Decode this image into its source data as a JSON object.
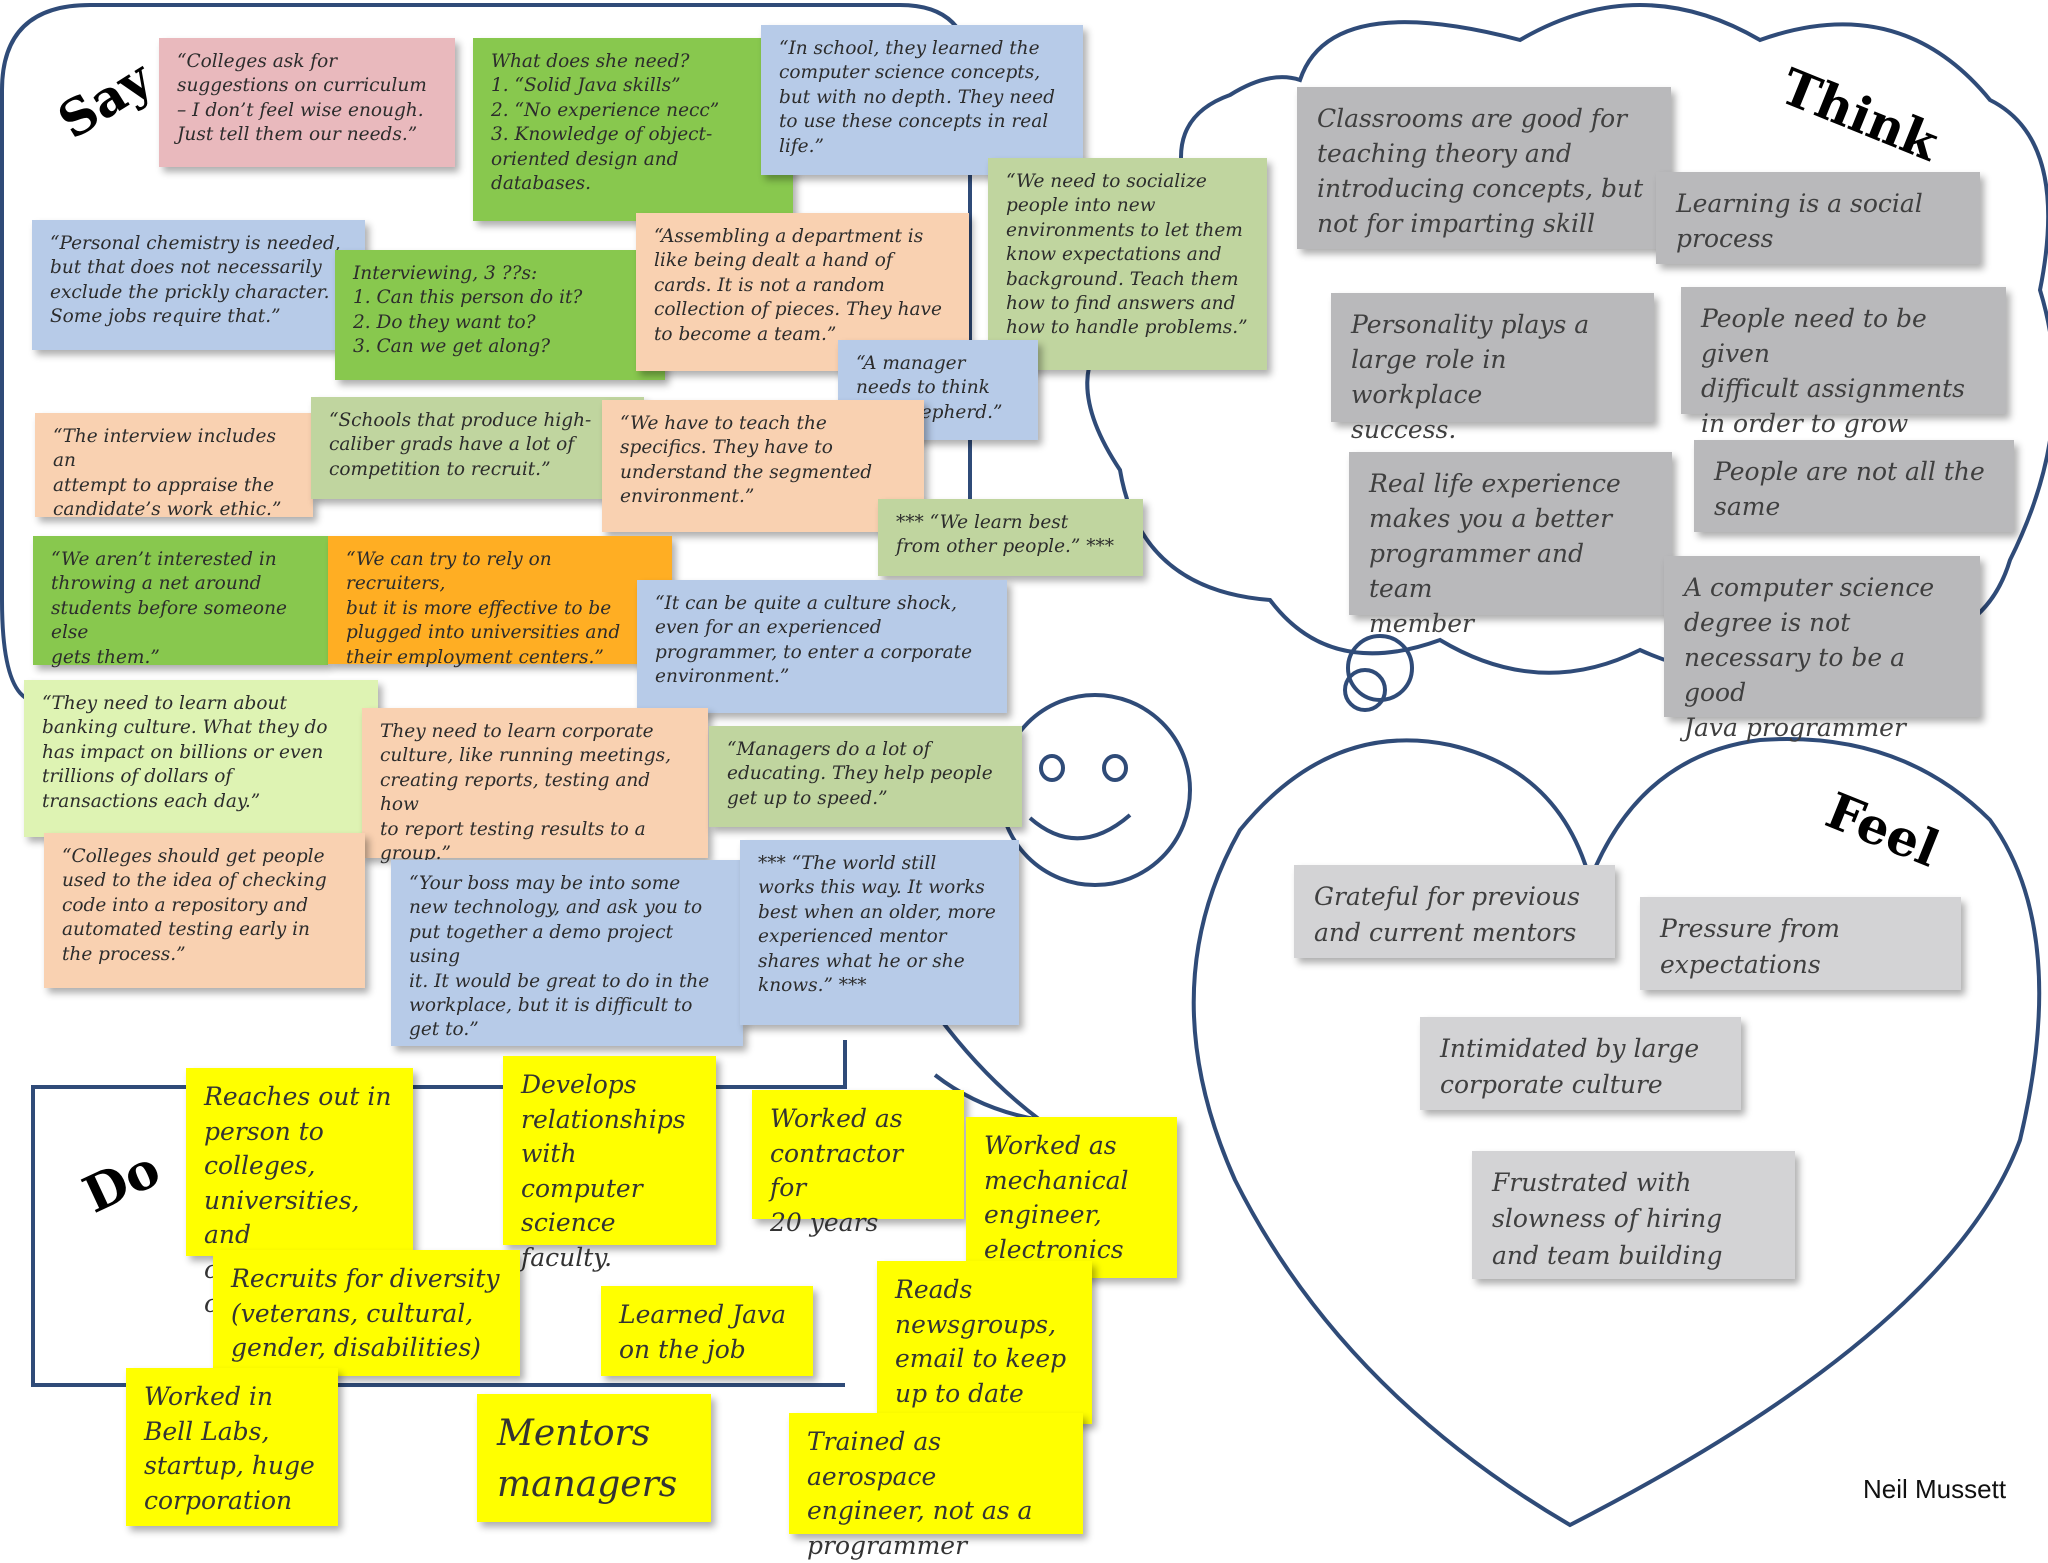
{
  "sections": {
    "say": "Say",
    "think": "Think",
    "feel": "Feel",
    "do": "Do"
  },
  "author": "Neil Mussett",
  "say_notes": [
    {
      "text": "“Colleges ask for\nsuggestions on curriculum\n– I don’t feel wise enough.\nJust tell them our needs.”"
    },
    {
      "text": "What does she need?\n1. “Solid Java skills”\n2. “No experience necc”\n3. Knowledge of object-\noriented design and\ndatabases."
    },
    {
      "text": "“In school, they learned the\ncomputer science concepts,\nbut with no depth. They need\nto use these concepts in real\nlife.”"
    },
    {
      "text": "“Personal chemistry is needed,\nbut that does not necessarily\nexclude the prickly character.\nSome jobs require that.”"
    },
    {
      "text": "Interviewing, 3 ??s:\n1. Can this person do it?\n2. Do they want to?\n3. Can we get along?"
    },
    {
      "text": "“Assembling a department is\nlike being dealt a hand of\ncards. It is not a random\ncollection of pieces. They have\nto become a team.”"
    },
    {
      "text": "“We need to socialize\npeople into new\nenvironments to let them\nknow expectations and\nbackground. Teach them\nhow to find answers and\nhow to handle problems.”"
    },
    {
      "text": "“A manager\nneeds to think\nas a shepherd.”"
    },
    {
      "text": "“The interview includes an\nattempt to appraise the\ncandidate’s work ethic.”"
    },
    {
      "text": "“Schools that produce high-\ncaliber grads have a lot of\ncompetition to recruit.”"
    },
    {
      "text": "“We have to teach the\nspecifics. They have to\nunderstand the segmented\nenvironment.”"
    },
    {
      "text": "*** “We learn best\nfrom other people.” ***"
    },
    {
      "text": "“We aren’t interested in\nthrowing a net around\nstudents before someone else\ngets them.”"
    },
    {
      "text": "“We can try to rely on recruiters,\nbut it is more effective to be\nplugged into universities and\ntheir employment centers.”"
    },
    {
      "text": "“It can be quite a culture shock,\neven for an experienced\nprogrammer, to enter a corporate\nenvironment.”"
    },
    {
      "text": "“They need to learn about\nbanking culture. What they do\nhas impact on billions or even\ntrillions of dollars of\ntransactions each day.”"
    },
    {
      "text": "They need to learn corporate\nculture, like running meetings,\ncreating reports, testing and how\nto report testing results to a\ngroup.”"
    },
    {
      "text": "“Managers do a lot of\neducating. They help people\nget up to speed.”"
    },
    {
      "text": "“Colleges should get people\nused to the idea of checking\ncode into a repository and\nautomated testing early in\nthe process.”"
    },
    {
      "text": "“Your boss may be into some\nnew technology, and ask you to\nput together a demo project using\nit. It would be great to do in the\nworkplace, but it is difficult to\nget to.”"
    },
    {
      "text": "*** “The world still\nworks this way. It works\nbest when an older, more\nexperienced mentor\nshares what he or she\nknows.” ***"
    }
  ],
  "think_notes": [
    {
      "text": "Classrooms are good for\nteaching theory and\nintroducing concepts, but\nnot for imparting skill"
    },
    {
      "text": "Learning is a social\nprocess"
    },
    {
      "text": "Personality plays a\nlarge role in workplace\nsuccess."
    },
    {
      "text": "People need to be given\ndifficult assignments\nin order to grow"
    },
    {
      "text": "Real life experience\nmakes you a better\nprogrammer and team\nmember"
    },
    {
      "text": "People are not all the\nsame"
    },
    {
      "text": "A computer science\ndegree is not\nnecessary to be a good\nJava programmer"
    }
  ],
  "feel_notes": [
    {
      "text": "Grateful for previous\nand current mentors"
    },
    {
      "text": "Pressure from\nexpectations"
    },
    {
      "text": "Intimidated by large\ncorporate culture"
    },
    {
      "text": "Frustrated with\nslowness of hiring\nand team building"
    }
  ],
  "do_notes": [
    {
      "text": "Reaches out in\nperson to colleges,\nuniversities, and\ncommunity\ncolleges."
    },
    {
      "text": "Develops\nrelationships\nwith computer\nscience\nfaculty."
    },
    {
      "text": "Worked as\ncontractor for\n20 years"
    },
    {
      "text": "Worked as\nmechanical\nengineer,\nelectronics"
    },
    {
      "text": "Recruits for diversity\n(veterans, cultural,\ngender, disabilities)"
    },
    {
      "text": "Learned Java\non the job"
    },
    {
      "text": "Reads\nnewsgroups,\nemail to keep\nup to date"
    },
    {
      "text": "Worked in\nBell Labs,\nstartup, huge\ncorporation"
    },
    {
      "text": "Mentors\nmanagers"
    },
    {
      "text": "Trained as aerospace\nengineer, not as a\nprogrammer"
    }
  ]
}
